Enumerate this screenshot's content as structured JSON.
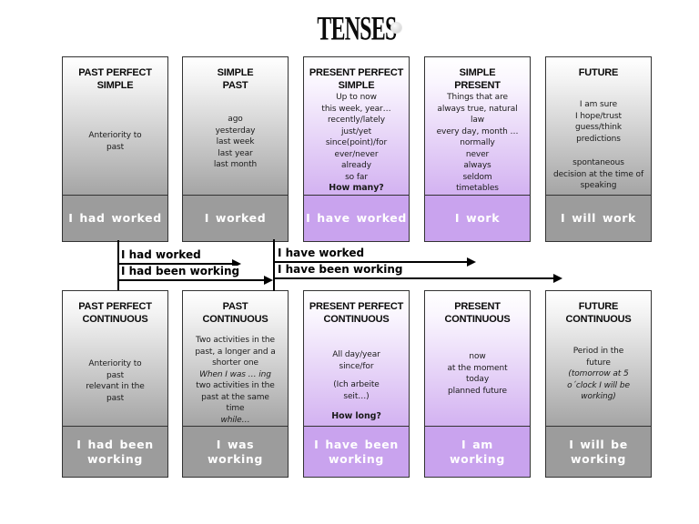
{
  "title": "TENSES",
  "header": {
    "bullet_icon": "sphere-bullet"
  },
  "colors": {
    "gray_footer": "#9c9c9c",
    "purple_footer": "#c9a3ee",
    "gray_gradient_end": "#a5a5a5",
    "purple_gradient_end": "#d3b2f1",
    "box_border": "#333333",
    "arrow": "#000000"
  },
  "boxes": [
    {
      "id": "past-perfect-simple",
      "row": 0,
      "col": 0,
      "theme": "gray",
      "title": "PAST PERFECT\nSIMPLE",
      "body": [
        {
          "text": "Anteriority to\npast",
          "style": "normal",
          "mt": 42
        }
      ],
      "example": "I had worked"
    },
    {
      "id": "simple-past",
      "row": 0,
      "col": 1,
      "theme": "gray",
      "title": "SIMPLE\nPAST",
      "body": [
        {
          "text": "ago\nyesterday\nlast week\nlast year\nlast month",
          "style": "normal",
          "mt": 24
        }
      ],
      "example": "I worked"
    },
    {
      "id": "present-perfect-simple",
      "row": 0,
      "col": 2,
      "theme": "purple",
      "title": "PRESENT PERFECT\nSIMPLE",
      "body": [
        {
          "text": "Up to now\nthis week, year…\nrecently/lately\njust/yet\nsince(point)/for\never/never\nalready\nso far",
          "style": "normal",
          "mt": 0
        },
        {
          "text": "How many?",
          "style": "bold",
          "mt": 0
        }
      ],
      "example": "I have worked"
    },
    {
      "id": "simple-present",
      "row": 0,
      "col": 3,
      "theme": "purple",
      "title": "SIMPLE\nPRESENT",
      "body": [
        {
          "text": "Things that are\nalways true, natural\nlaw\nevery day, month …\nnormally\nnever\nalways\nseldom\ntimetables",
          "style": "normal",
          "mt": 0
        }
      ],
      "example": "I work"
    },
    {
      "id": "future",
      "row": 0,
      "col": 4,
      "theme": "gray",
      "title": "FUTURE",
      "body": [
        {
          "text": "I am sure\nI hope/trust\nguess/think\npredictions",
          "style": "normal",
          "mt": 22
        },
        {
          "text": "spontaneous\ndecision at the time of\nspeaking",
          "style": "normal",
          "mt": 14
        }
      ],
      "example": "I will work"
    },
    {
      "id": "past-perfect-continuous",
      "row": 1,
      "col": 0,
      "theme": "gray",
      "title": "PAST PERFECT\nCONTINUOUS",
      "body": [
        {
          "text": "Anteriority to\npast\nrelevant in the\npast",
          "style": "normal",
          "mt": 36
        }
      ],
      "example": "I  had been\nworking"
    },
    {
      "id": "past-continuous",
      "row": 1,
      "col": 1,
      "theme": "gray",
      "title": "PAST\nCONTINUOUS",
      "body": [
        {
          "text": "Two activities in the\npast, a longer and a\nshorter one",
          "style": "normal",
          "mt": 10
        },
        {
          "text": "When I was … ing",
          "style": "italic",
          "mt": 0
        },
        {
          "text": "two activities in the\npast at the same\ntime",
          "style": "normal",
          "mt": 0
        },
        {
          "text": "while…",
          "style": "italic",
          "mt": 0
        }
      ],
      "example": "I was\nworking"
    },
    {
      "id": "present-perfect-continuous",
      "row": 1,
      "col": 2,
      "theme": "purple",
      "title": "PRESENT PERFECT\nCONTINUOUS",
      "body": [
        {
          "text": "All day/year\nsince/for",
          "style": "normal",
          "mt": 26
        },
        {
          "text": "(Ich arbeite\nseit…)",
          "style": "normal",
          "mt": 8
        },
        {
          "text": "How long?",
          "style": "bold",
          "mt": 10
        }
      ],
      "example": "I have been\nworking"
    },
    {
      "id": "present-continuous",
      "row": 1,
      "col": 3,
      "theme": "purple",
      "title": "PRESENT\nCONTINUOUS",
      "body": [
        {
          "text": "now\nat the moment\ntoday\nplanned future",
          "style": "normal",
          "mt": 28
        }
      ],
      "example": "I am\nworking"
    },
    {
      "id": "future-continuous",
      "row": 1,
      "col": 4,
      "theme": "gray",
      "title": "FUTURE\nCONTINUOUS",
      "body": [
        {
          "text": "Period in the\nfuture",
          "style": "normal",
          "mt": 22
        },
        {
          "text": "(tomorrow at 5\no´clock I will be\nworking)",
          "style": "italic",
          "mt": 0
        }
      ],
      "example": "I will be\nworking"
    }
  ],
  "connectors": {
    "left": [
      {
        "label": "I had worked"
      },
      {
        "label": "I had been working"
      }
    ],
    "right": [
      {
        "label": "I have worked"
      },
      {
        "label": "I have been working"
      }
    ]
  }
}
